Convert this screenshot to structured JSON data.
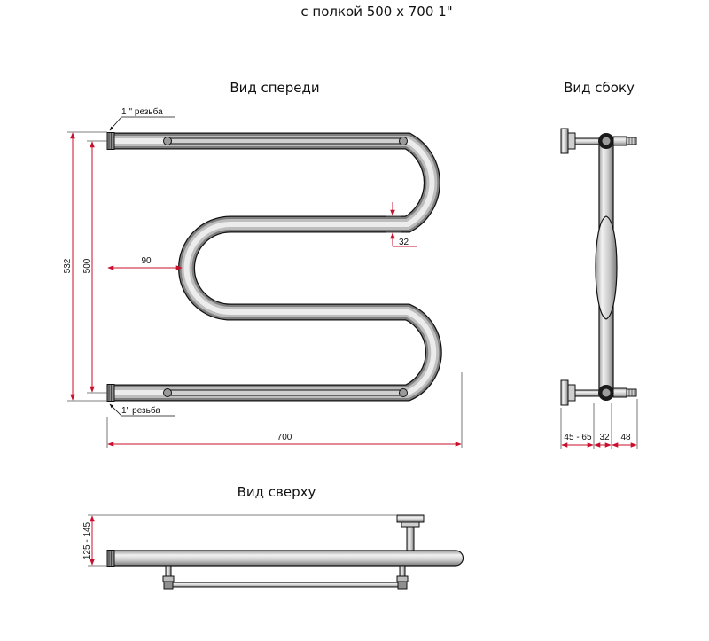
{
  "header": {
    "title": "с полкой 500 х 700 1\""
  },
  "views": {
    "front": "Вид спереди",
    "side": "Вид сбоку",
    "top": "Вид сверху"
  },
  "callouts": {
    "thread_top": "1 '' резьба",
    "thread_bottom": "1'' резьба"
  },
  "dimensions": {
    "overall_height": "532",
    "center_height": "500",
    "width": "700",
    "bend_offset": "90",
    "pipe_diameter": "32",
    "side_wall_offset": "45 - 65",
    "side_pipe": "32",
    "side_fitting": "48",
    "top_depth": "125 - 145"
  },
  "colors": {
    "dimension_line": "#c8102e",
    "pipe_light": "#efefef",
    "pipe_dark": "#8a8a8a",
    "outline": "#111111"
  }
}
